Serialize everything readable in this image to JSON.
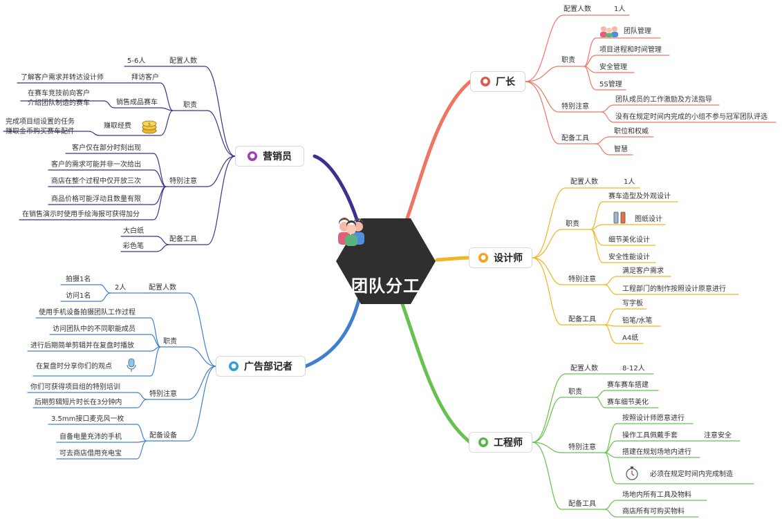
{
  "center": {
    "title": "团队分工"
  },
  "colors": {
    "chang": "#f07460",
    "designer": "#f4b322",
    "engineer": "#66c14e",
    "marketing": "#3f2f8e",
    "reporter": "#3f7fd0",
    "hexagon": "#2f2f2f"
  },
  "factory_manager": {
    "title": "厂长",
    "staffing_label": "配置人数",
    "staffing_value": "1人",
    "duties_label": "职责",
    "duties": [
      "团队管理",
      "项目进程和时间管理",
      "安全管理",
      "5S管理"
    ],
    "notes_label": "特别注意",
    "notes": [
      "团队成员的工作激励及方法指导",
      "没有在规定时间内完成的小组不参与冠军团队评选"
    ],
    "tools_label": "配备工具",
    "tools": [
      "职位和权威",
      "智慧"
    ]
  },
  "designer": {
    "title": "设计师",
    "staffing_label": "配置人数",
    "staffing_value": "1人",
    "duties_label": "职责",
    "duties": [
      "赛车造型及外观设计",
      "图纸设计",
      "细节美化设计",
      "安全性能设计"
    ],
    "notes_label": "特别注意",
    "notes": [
      "满足客户需求",
      "工程部门的制作按照设计原意进行"
    ],
    "tools_label": "配备工具",
    "tools": [
      "写字板",
      "铅笔/水笔",
      "A4纸"
    ]
  },
  "engineer": {
    "title": "工程师",
    "staffing_label": "配置人数",
    "staffing_value": "8-12人",
    "duties_label": "职责",
    "duties": [
      "赛车赛车搭建",
      "赛车细节美化"
    ],
    "notes_label": "特别注意",
    "notes": [
      "按照设计师愿意进行",
      "操作工具佩戴手套",
      "搭建在规划场地内进行",
      "必须在规定时间内完成制造"
    ],
    "safety_note": "注意安全",
    "tools_label": "配备工具",
    "tools": [
      "场地内所有工具及物料",
      "商店所有可购买物料"
    ]
  },
  "marketing": {
    "title": "营销员",
    "staffing_label": "配置人数",
    "staffing_value": "5-6人",
    "duties_label": "职责",
    "duties": [
      {
        "label": "拜访客户",
        "detail": "了解客户需求并转达设计师"
      },
      {
        "label": "销售成品赛车",
        "detail1": "在赛车竞技前向客户",
        "detail2": "介绍团队制造的赛车"
      },
      {
        "label": "赚取经费",
        "detail1": "完成项目组设置的任务",
        "detail2": "赚取金币购买赛车配件"
      }
    ],
    "notes_label": "特别注意",
    "notes": [
      "客户仅在部分时刻出现",
      "客户的需求可能并非一次给出",
      "商店在整个过程中仅开放三次",
      "商品价格可能浮动且数量有限",
      "在销售演示时使用手绘海报可获得加分"
    ],
    "tools_label": "配备工具",
    "tools": [
      "大白纸",
      "彩色笔"
    ]
  },
  "reporter": {
    "title": "广告部记者",
    "staffing_label": "配置人数",
    "staffing_value": "2人",
    "staffing_detail": [
      "拍摄1名",
      "访问1名"
    ],
    "duties_label": "职责",
    "duties": [
      "使用手机设备拍摄团队工作过程",
      "访问团队中的不同职能成员",
      "进行后期简单剪辑并在复盘时播放",
      "在复盘时分享你们的观点"
    ],
    "notes_label": "特别注意",
    "notes": [
      "你们可获得项目组的特别培训",
      "后期剪辑短片时长在3分钟内"
    ],
    "tools_label": "配备设备",
    "tools": [
      "3.5mm接口麦克风一枚",
      "自备电量充沛的手机",
      "可去商店借用充电宝"
    ]
  }
}
